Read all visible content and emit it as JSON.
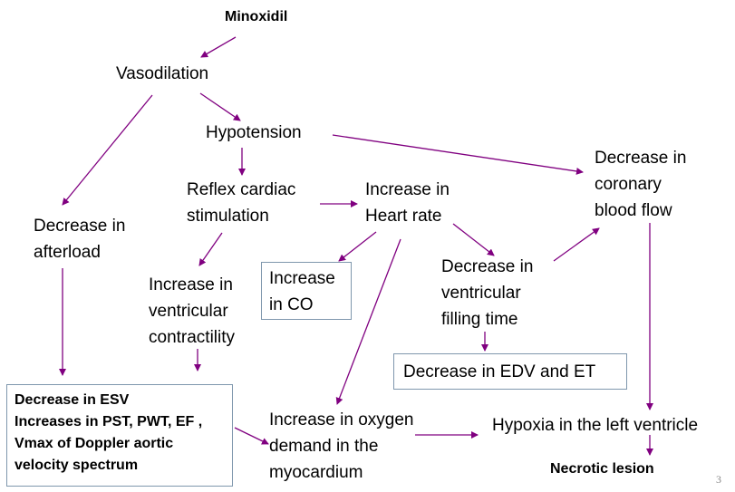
{
  "colors": {
    "arrow": "#800080",
    "box_border": "#7f97ad"
  },
  "nodes": {
    "minoxidil": [
      "Minoxidil"
    ],
    "vasodilation": [
      "Vasodilation"
    ],
    "hypotension": [
      "Hypotension"
    ],
    "reflex": [
      "Reflex cardiac",
      "stimulation"
    ],
    "heart_rate": [
      "Increase in",
      "Heart rate"
    ],
    "coronary": [
      "Decrease in",
      "coronary",
      "blood flow"
    ],
    "afterload": [
      "Decrease in",
      "afterload"
    ],
    "co": [
      "Increase",
      "in CO"
    ],
    "filling": [
      "Decrease in",
      "ventricular",
      "filling time"
    ],
    "contractility": [
      "Increase in",
      "ventricular",
      "contractility"
    ],
    "edv": [
      "Decrease in EDV and ET"
    ],
    "esv": [
      "Decrease in ESV",
      "Increases in PST, PWT,  EF ,",
      "Vmax  of Doppler  aortic",
      "velocity spectrum"
    ],
    "oxygen": [
      "Increase in oxygen",
      "demand in the",
      "myocardium"
    ],
    "hypoxia": [
      "Hypoxia in the left ventricle"
    ],
    "necrotic": [
      "Necrotic lesion"
    ]
  },
  "page_number": "3"
}
